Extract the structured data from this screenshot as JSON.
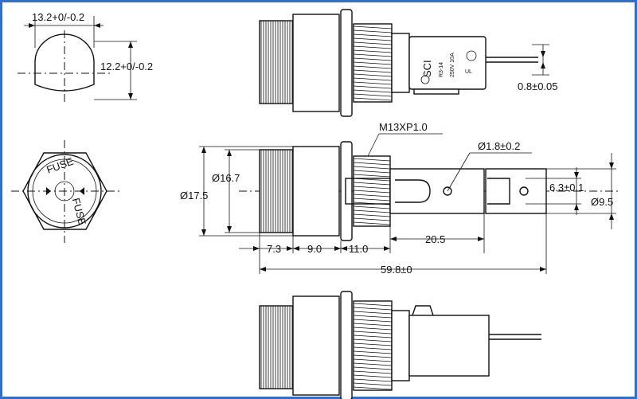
{
  "colors": {
    "border": "#2f6fd2",
    "line": "#111111",
    "background": "#ffffff"
  },
  "dims": {
    "cap_width": "13.2+0/-0.2",
    "cap_height": "12.2+0/-0.2",
    "terminal_thickness": "0.8±0.05",
    "thread": "M13XP1.0",
    "hole": "Ø1.8±0.2",
    "tab_width": "6.3±0.1",
    "d167": "Ø16.7",
    "d175": "Ø17.5",
    "d95": "Ø9.5",
    "l73": "7.3",
    "l90": "9.0",
    "l110": "11.0",
    "l205": "20.5",
    "total": "59.8±0"
  },
  "cap_text": {
    "fuse_top": "FUSE",
    "fuse_bottom": "FUSE"
  },
  "body_marking": {
    "brand": "SCI",
    "model": "R3-14",
    "rating": "250V 10A"
  },
  "icons": [
    "ul-mark-icon",
    "ce-mark-icon",
    "sci-logo-icon"
  ]
}
